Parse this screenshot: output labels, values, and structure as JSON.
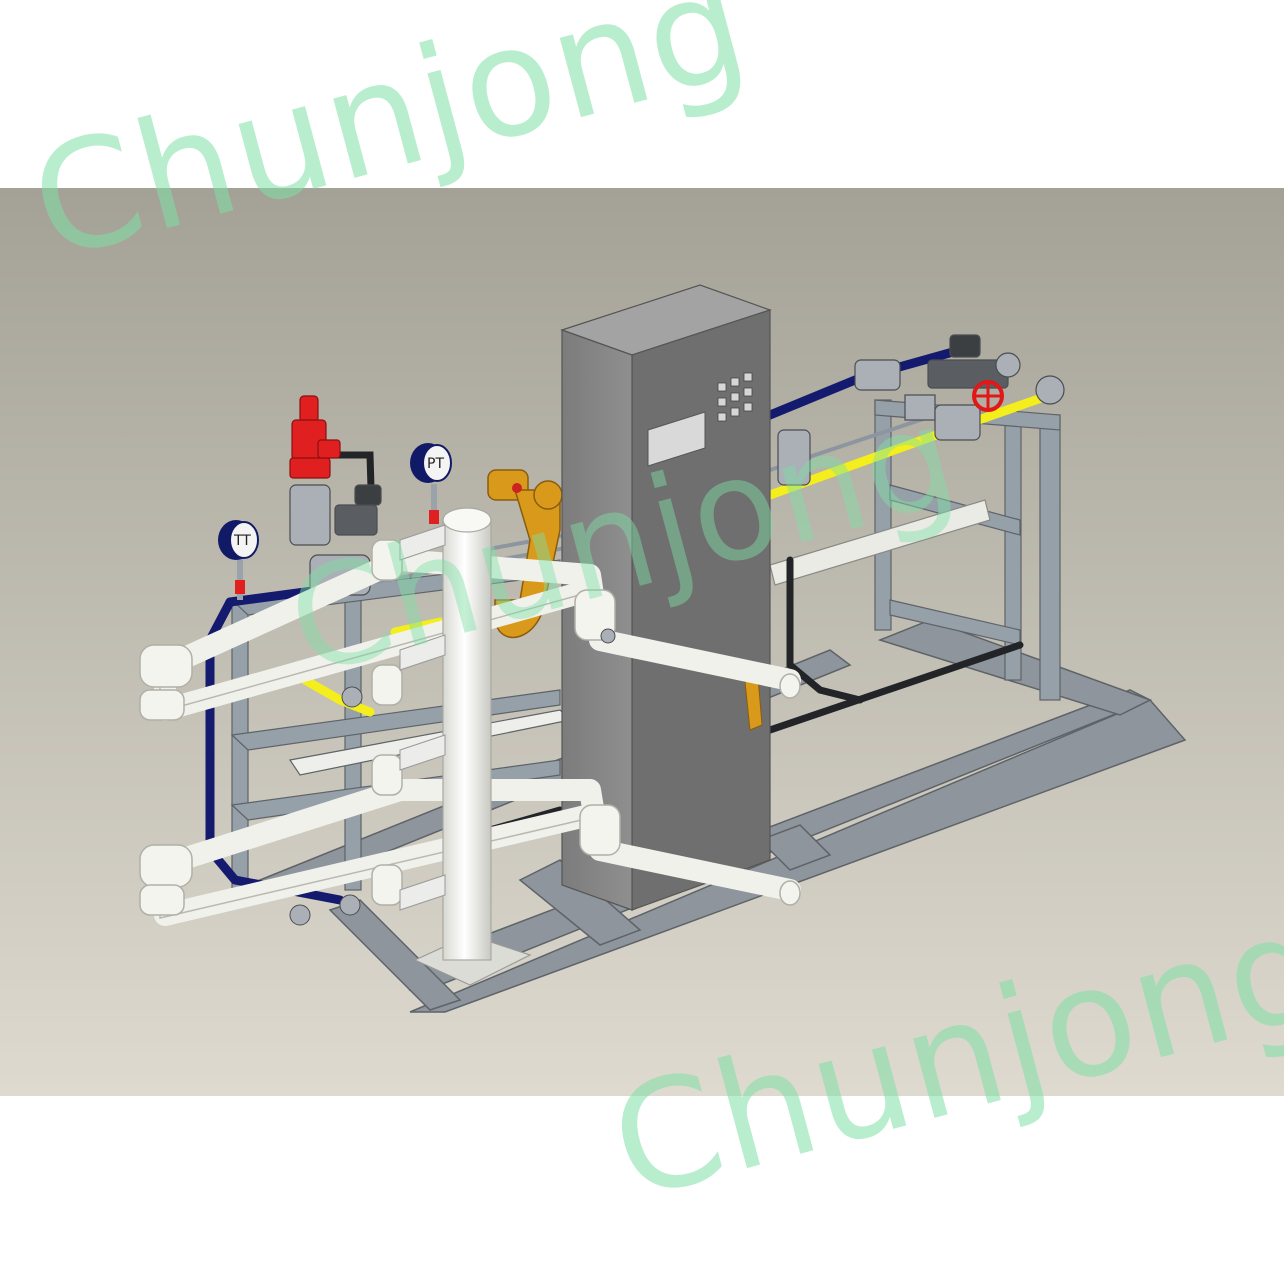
{
  "watermark": {
    "text": "Chunjong",
    "color": "#7fe0a6"
  },
  "instruments": {
    "tt_label": "TT",
    "pt_label": "PT"
  },
  "colors": {
    "backdrop_top": "#a6a398",
    "backdrop_bottom": "#ddd9ce",
    "frame": "#8f959c",
    "cabinet": "#8a8a8a",
    "process_pipe": "#f1f1ec",
    "blue_line": "#141a6e",
    "yellow_line": "#f4ee1c",
    "orange_meter": "#d99a1c",
    "relief_valve": "#e02020"
  }
}
